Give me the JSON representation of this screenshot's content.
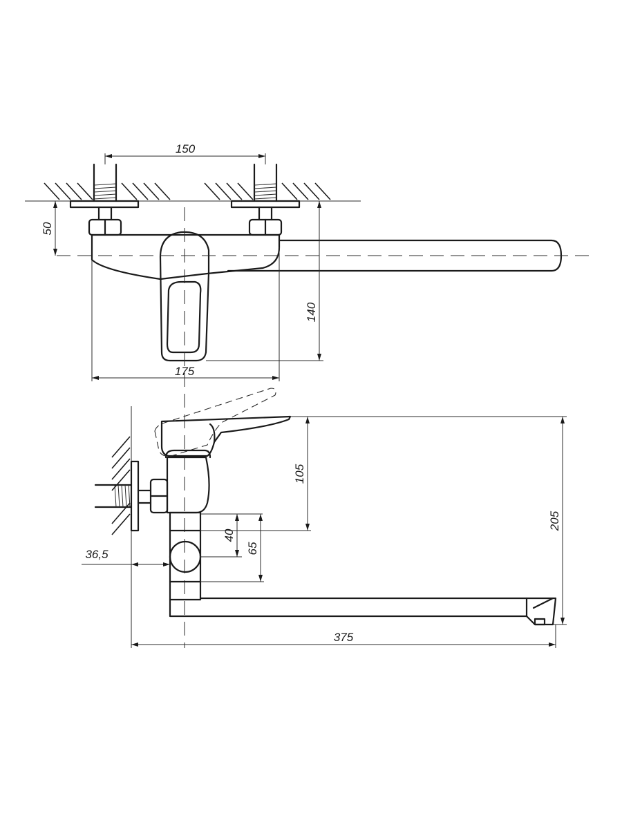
{
  "dimensions": {
    "inlet_spacing": "150",
    "wall_to_axis": "50",
    "body_height": "140",
    "body_width": "175",
    "lever_height": "105",
    "total_height": "205",
    "dim_40": "40",
    "dim_65": "65",
    "wall_offset": "36,5",
    "spout_length": "375"
  }
}
